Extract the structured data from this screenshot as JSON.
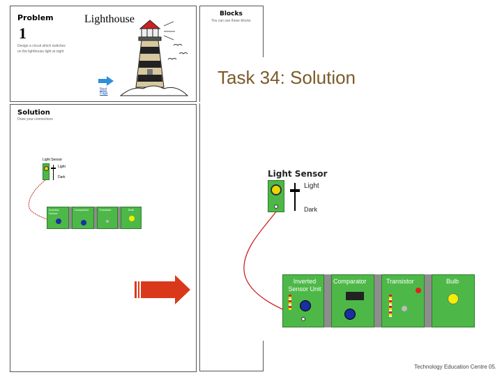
{
  "slide": {
    "title": "Task 34:  Solution",
    "footer": "Technology Education Centre 05."
  },
  "problem_panel": {
    "label": "Problem",
    "number": "1",
    "heading": "Lighthouse",
    "text_line1": "Design a circuit which switches",
    "text_line2": "on the lighthouse light at night",
    "next_label_1": "Next",
    "next_label_2": "Page"
  },
  "blocks_panel": {
    "label": "Blocks",
    "subtitle": "You can use these blocks"
  },
  "solution_panel": {
    "label": "Solution",
    "subtitle": "Draw your connections"
  },
  "small_circuit": {
    "sensor_label": "Light Sensor",
    "light_label": "Light",
    "dark_label": "Dark",
    "blocks": [
      "Inverted Sensor",
      "Comparator",
      "Transistor",
      "Bulb"
    ]
  },
  "large_circuit": {
    "sensor_label": "Light Sensor",
    "light_label": "Light",
    "dark_label": "Dark",
    "blocks": [
      "Inverted Sensor Unit",
      "Comparator",
      "Transistor",
      "Bulb"
    ]
  },
  "colors": {
    "title": "#7b5a2a",
    "block_green": "#4db848",
    "arrow_red": "#d9391a",
    "wire_red": "#cc2222"
  }
}
